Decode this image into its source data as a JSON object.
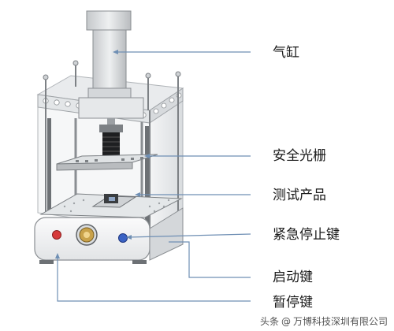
{
  "labels": {
    "cylinder": "气缸",
    "light_curtain": "安全光栅",
    "test_product": "测试产品",
    "emergency_stop": "紧急停止键",
    "start_key": "启动键",
    "pause_key": "暂停键"
  },
  "watermark": {
    "prefix": "头条",
    "at": "@",
    "name": "万博科技深圳有限公司"
  },
  "colors": {
    "leader": "#6f8fb4",
    "frame": "#b8bcc0",
    "frame_dark": "#8a8e92",
    "panel": "#eef0f2",
    "estop": "#d63a3a",
    "pause": "#3b63c4",
    "start_ring": "#c9a24a"
  }
}
